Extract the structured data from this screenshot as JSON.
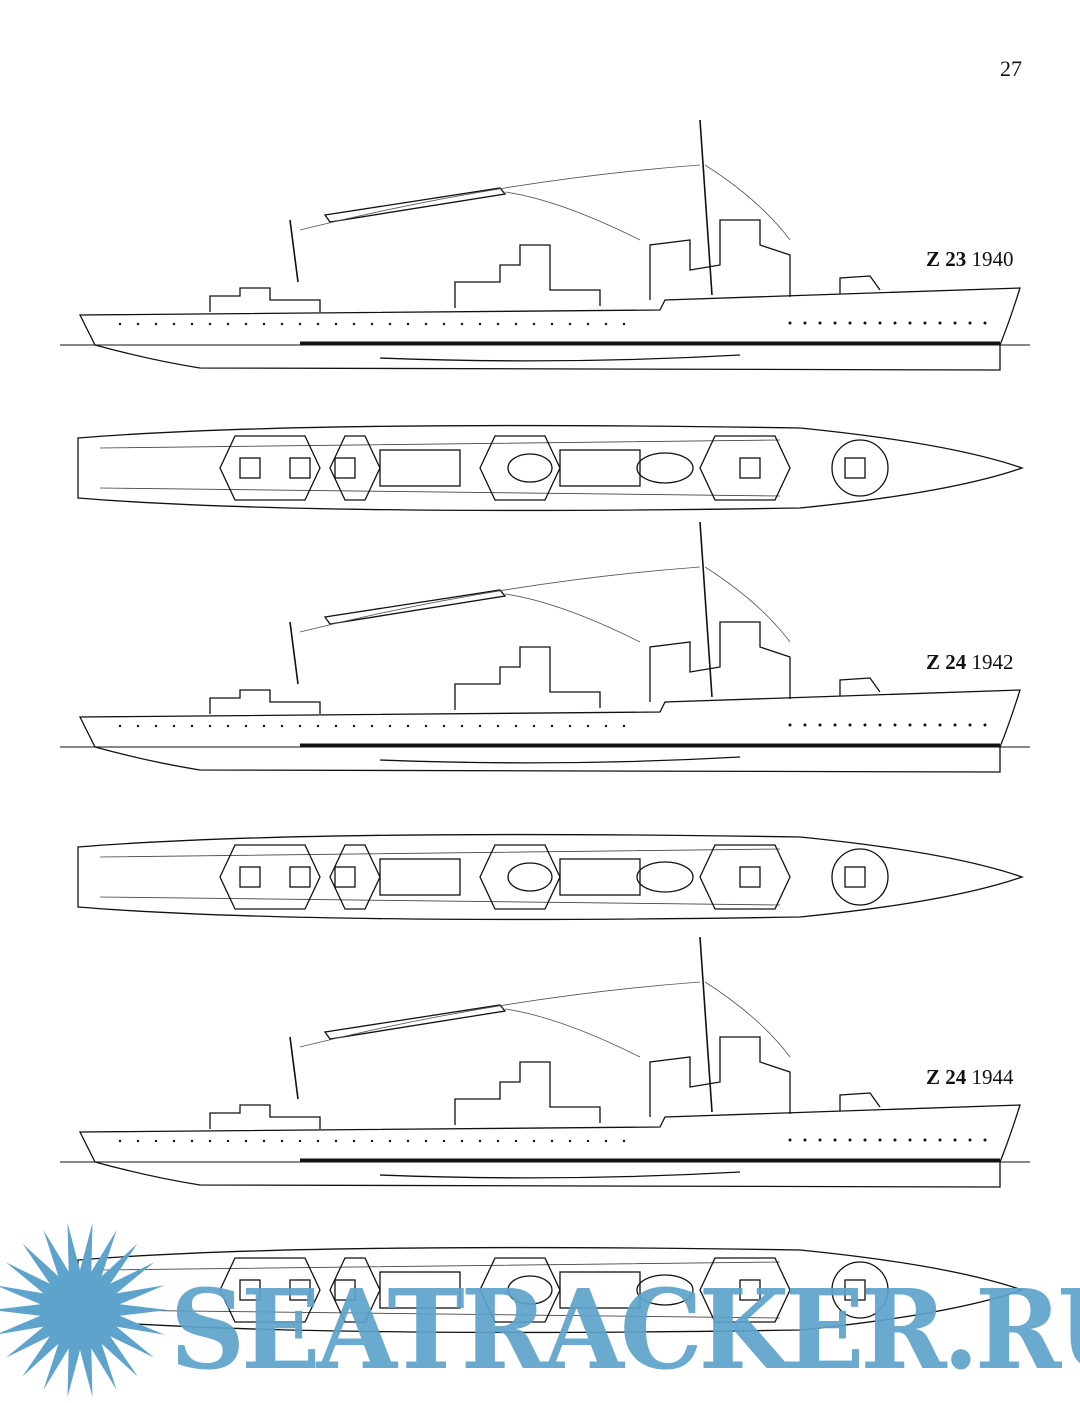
{
  "page_number": "27",
  "ships": [
    {
      "name": "Z 23",
      "year": "1940"
    },
    {
      "name": "Z 24",
      "year": "1942"
    },
    {
      "name": "Z 24",
      "year": "1944"
    }
  ],
  "watermark": {
    "text": "SEATRACKER.RU",
    "color": "#5ea3cc"
  }
}
